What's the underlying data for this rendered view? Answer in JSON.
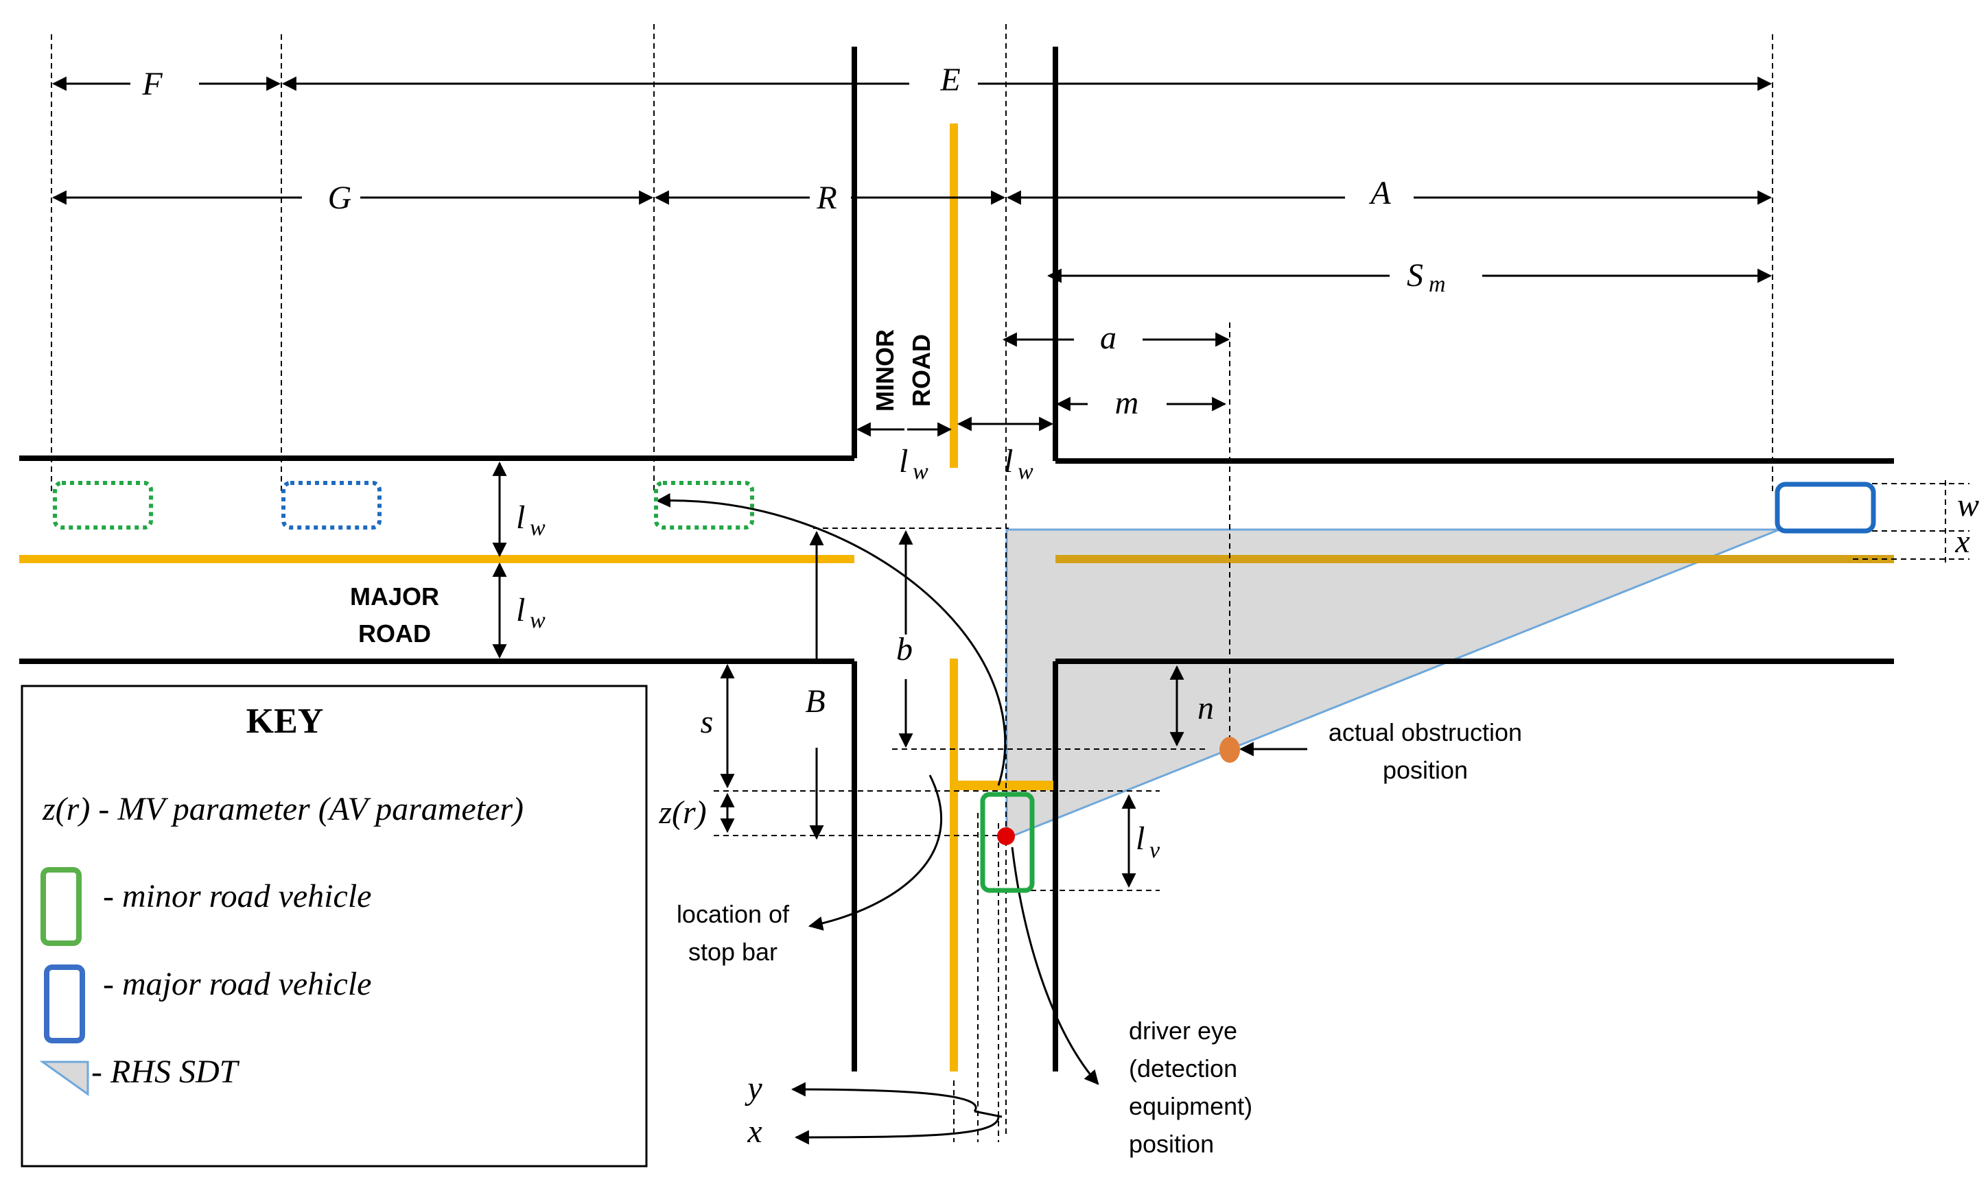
{
  "dimensions": {
    "F": "F",
    "E": "E",
    "G": "G",
    "R": "R",
    "A": "A",
    "S": "S",
    "S_sub": "m",
    "a": "a",
    "m": "m",
    "l": "l",
    "l_sub": "w",
    "lv": "l",
    "lv_sub": "v",
    "w": "w",
    "x": "x",
    "b": "b",
    "B": "B",
    "s": "s",
    "n": "n",
    "zr": "z(r)",
    "y_axis": "y",
    "x_axis": "x"
  },
  "labels": {
    "minor_road_line1": "MINOR",
    "minor_road_line2": "ROAD",
    "major_road_line1": "MAJOR",
    "major_road_line2": "ROAD",
    "obstruction_line1": "actual obstruction",
    "obstruction_line2": "position",
    "stopbar_line1": "location of",
    "stopbar_line2": "stop bar",
    "eye_line1": "driver eye",
    "eye_line2": "(detection",
    "eye_line3": "equipment)",
    "eye_line4": "position"
  },
  "key": {
    "title": "KEY",
    "param": "z(r) - MV parameter (AV parameter)",
    "minor_vehicle": "- minor road vehicle",
    "major_vehicle": "- major road vehicle",
    "sdt": "- RHS SDT"
  },
  "colors": {
    "road_line": "#000000",
    "center_line": "#f5b400",
    "minor_vehicle": "#22a745",
    "major_vehicle": "#1f6bc1",
    "sdt_fill": "#d9d9d9",
    "sdt_edge": "#6fa8dc",
    "eye_point": "#e00000",
    "obstruction": "#e0803a"
  }
}
